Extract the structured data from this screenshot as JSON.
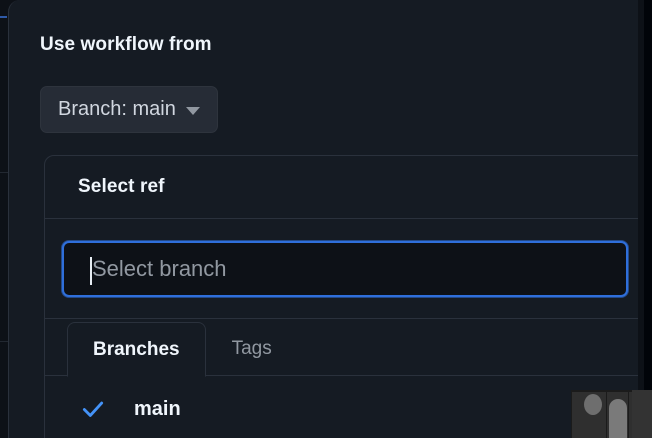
{
  "dialog": {
    "title": "Use workflow from",
    "branch_button": {
      "label": "Branch: main",
      "caret_icon": "chevron-down-icon"
    }
  },
  "ref_panel": {
    "header_title": "Select ref",
    "search": {
      "placeholder": "Select branch",
      "value": "",
      "focused": true,
      "caret_visible": true
    },
    "tabs": [
      {
        "label": "Branches",
        "active": true
      },
      {
        "label": "Tags",
        "active": false
      }
    ],
    "items": [
      {
        "label": "main",
        "selected": true,
        "check_icon": "check-icon"
      }
    ]
  },
  "overlay": {
    "avatar_icon": "avatar-icon",
    "scrollbar_icon": "scrollbar-thumb"
  },
  "colors": {
    "page_background": "#0d1117",
    "dialog_surface": "#151b23",
    "button_surface": "#262c36",
    "border": "#2a313c",
    "text_primary": "#f0f6fc",
    "text_secondary": "#9198a1",
    "text_muted": "#d1d7e0",
    "accent_blue": "#2f6fdb",
    "check_blue": "#4493f8",
    "overlay_gray": "#2f2f2f"
  }
}
